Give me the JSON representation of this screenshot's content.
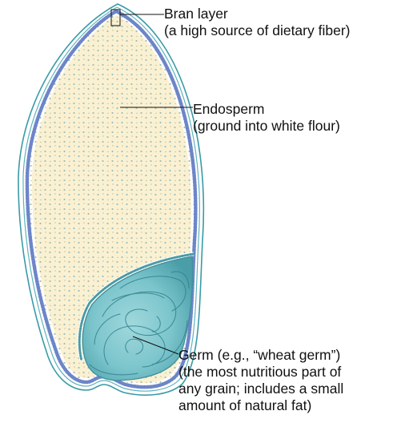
{
  "figure": {
    "labels": {
      "bran": {
        "name": "Bran layer",
        "description": "(a high source of dietary fiber)"
      },
      "endosperm": {
        "name": "Endosperm",
        "description": "(ground into white flour)"
      },
      "germ": {
        "name": "Germ (e.g., “wheat germ”)",
        "description_lines": [
          "(the most nutritious part of",
          "any grain; includes a small",
          "amount of natural fat)"
        ]
      }
    },
    "colors": {
      "endosperm_fill": "#faf1d2",
      "endosperm_dots": "#9bbfbf",
      "bran_dots": "#6d85c8",
      "bran_outline": "#3a9aa6",
      "germ_fill": "#7cc5cc",
      "germ_dark": "#3f8f9c",
      "leader_lines": "#111111"
    }
  }
}
